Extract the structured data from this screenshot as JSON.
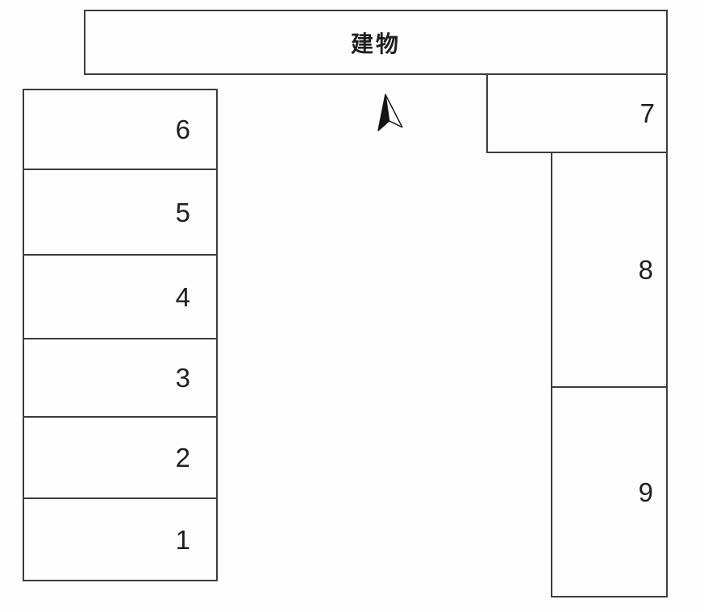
{
  "building": {
    "label": "建物"
  },
  "compass": {
    "icon": "north-arrow"
  },
  "parking_spaces": {
    "left_column": [
      {
        "number": "6"
      },
      {
        "number": "5"
      },
      {
        "number": "4"
      },
      {
        "number": "3"
      },
      {
        "number": "2"
      },
      {
        "number": "1"
      }
    ],
    "space_7": {
      "number": "7"
    },
    "right_column": [
      {
        "number": "8"
      },
      {
        "number": "9"
      }
    ]
  },
  "colors": {
    "line": "#3c3c3c",
    "background": "#fdfdfd",
    "text": "#1f1f1f"
  }
}
